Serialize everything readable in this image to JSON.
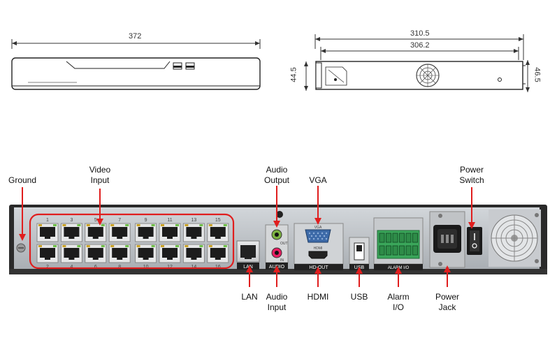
{
  "dimensions": {
    "front_width": "372",
    "side_outer": "310.5",
    "side_inner": "306.2",
    "height_left": "44.5",
    "height_right": "46.5"
  },
  "callouts": {
    "ground": "Ground",
    "video_input": [
      "Video",
      "Input"
    ],
    "audio_output": [
      "Audio",
      "Output"
    ],
    "vga": "VGA",
    "power_switch": [
      "Power",
      "Switch"
    ],
    "lan": "LAN",
    "audio_input": [
      "Audio",
      "Input"
    ],
    "hdmi": "HDMI",
    "usb": "USB",
    "alarm_io": [
      "Alarm",
      "I/O"
    ],
    "power_jack": [
      "Power",
      "Jack"
    ]
  },
  "panel": {
    "port_numbers_top": [
      "1",
      "3",
      "5",
      "7",
      "9",
      "11",
      "13",
      "15"
    ],
    "port_numbers_bottom": [
      "2",
      "4",
      "6",
      "8",
      "10",
      "12",
      "14",
      "16"
    ],
    "lan_tag": "LAN",
    "audio_tag": "AUDIO",
    "hdout_tag": "HD-OUT",
    "usb_tag": "USB",
    "alarm_tag": "ALARM I/O",
    "vga_tag": "VGA",
    "hdmi_tag": "HDMI",
    "audio_out_tag": "OUT",
    "audio_in_tag": "IN"
  },
  "colors": {
    "callout_red": "#e01e1e",
    "panel_body": "#b9bec3",
    "alarm_green": "#3aa65a"
  }
}
